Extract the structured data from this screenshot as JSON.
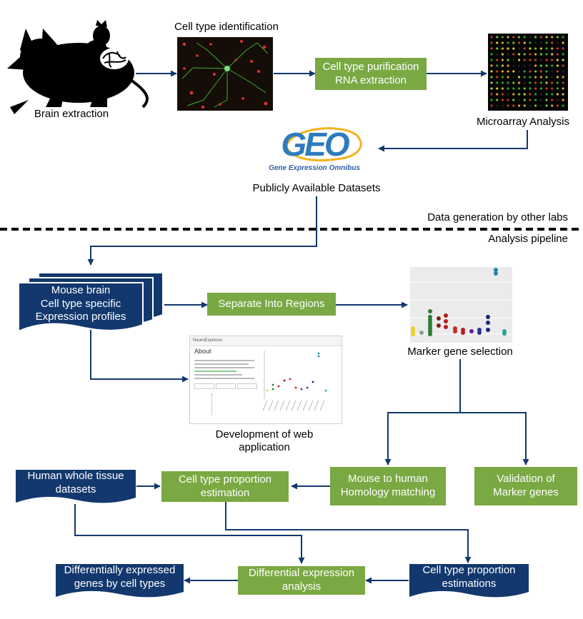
{
  "colors": {
    "green_box": "#7aa843",
    "navy_doc": "#12386e",
    "arrow": "#12386e",
    "micrograph_bg": "#150d07",
    "microarray_bg": "#050505"
  },
  "top": {
    "brain_extraction": "Brain extraction",
    "cell_type_identification": "Cell type identification",
    "cell_type_purification_line1": "Cell type purification",
    "cell_type_purification_line2": "RNA extraction",
    "microarray_analysis": "Microarray Analysis",
    "geo_logo_text": "GEO",
    "geo_subtitle": "Gene Expression Omnibus",
    "public_datasets": "Publicly Available Datasets"
  },
  "divider": {
    "above": "Data generation by other labs",
    "below": "Analysis pipeline"
  },
  "pipeline": {
    "mouse_profiles_line1": "Mouse brain",
    "mouse_profiles_line2": "Cell type specific",
    "mouse_profiles_line3": "Expression profiles",
    "separate_regions": "Separate Into Regions",
    "marker_gene_selection": "Marker gene selection",
    "web_app_line1": "Development of web",
    "web_app_line2": "application",
    "web_app_title": "NeuroExpresso",
    "web_app_about": "About",
    "mouse_to_human_line1": "Mouse to human",
    "mouse_to_human_line2": "Homology matching",
    "validation_line1": "Validation of",
    "validation_line2": "Marker genes",
    "human_datasets_line1": "Human whole tissue",
    "human_datasets_line2": "datasets",
    "proportion_estimation_line1": "Cell type proportion",
    "proportion_estimation_line2": "estimation",
    "proportion_estimations_line1": "Cell type proportion",
    "proportion_estimations_line2": "estimations",
    "diff_expr_line1": "Differential expression",
    "diff_expr_line2": "analysis",
    "diff_genes_line1": "Differentially expressed",
    "diff_genes_line2": "genes by cell types"
  }
}
